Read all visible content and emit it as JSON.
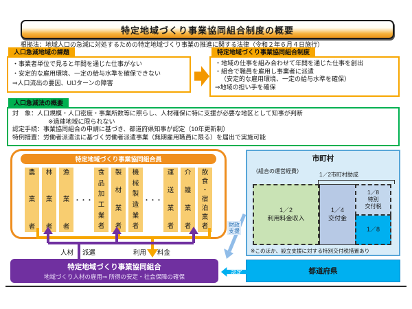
{
  "title": "特定地域づくり事業協同組合制度の概要",
  "basis_law": "根拠法：地域人口の急減に対処するための特定地域づくり事業の推進に関する法律（令和２年６月４日施行）",
  "challenges": {
    "header": "人口急減地域の課題",
    "line1": "・事業者単位で見ると年間を通じた仕事がない",
    "line2": "・安定的な雇用環境、一定の給与水準を確保できない",
    "line3": "⇒人口流出の要因、UIJターンの障害"
  },
  "system": {
    "header": "特定地域づくり事業協同組合制度",
    "line1": "・地域の仕事を組み合わせて年間を通じた仕事を創出",
    "line2": "・組合で職員を雇用し事業者に派遣",
    "line3": "（安定的な雇用環境、一定の給与水準を確保）",
    "line4": "⇒地域の担い手を確保"
  },
  "law": {
    "header": "人口急減法の概要",
    "line1": "対　象：人口規模・人口密度・事業所数等に照らし、人材確保に特に支援が必要な地区として知事が判断",
    "line2": "※過疎地域に限られない",
    "line3": "認定手続：事業協同組合の申請に基づき、都道府県知事が認定（10年更新制）",
    "line4": "特例措置：労働者派遣法に基づく労働者派遣事業（無期雇用職員に限る）を届出で実施可能"
  },
  "members": {
    "header": "特定地域づくり事業協同組合員",
    "groups": [
      [
        "農業者",
        "林業者",
        "漁業者"
      ],
      [
        "食品加工業者",
        "製材業者",
        "機械製造業者"
      ],
      [
        "運送業者",
        "介護業者",
        "飲食・宿泊業者"
      ]
    ],
    "ellipsis": "・・・"
  },
  "flow": {
    "dispatch_left": "人材",
    "dispatch_right": "派遣",
    "fee_left": "利用",
    "fee_right": "料金"
  },
  "coop": {
    "title": "特定地域づくり事業協同組合",
    "subtitle": "地域づくり人材の雇用⇒ 所得の安定・社会保障の確保"
  },
  "municipality": {
    "title": "市町村",
    "expenses_label": "（組合の運営経費）",
    "subsidy_label": "1／2市町村助成",
    "seg_fee_value": "1／2",
    "seg_fee_label": "利用料金収入",
    "seg_grant_value": "1／4",
    "seg_grant_label": "交付金",
    "seg_tax_value": "1／8",
    "seg_tax_label1": "特別",
    "seg_tax_label2": "交付税",
    "seg_eighth_value": "1／8",
    "note": "※このほか、設立支援に対する特別交付税措置あり"
  },
  "prefecture": {
    "title": "都道府県"
  },
  "links": {
    "financial_support_line1": "財政",
    "financial_support_line2": "支援",
    "certification": "認定"
  },
  "colors": {
    "accent_orange": "#f7a600",
    "accent_green": "#00b050",
    "purple": "#7030a0",
    "bright_blue": "#00b0f0",
    "light_blue_panel": "#d8ecf8"
  }
}
